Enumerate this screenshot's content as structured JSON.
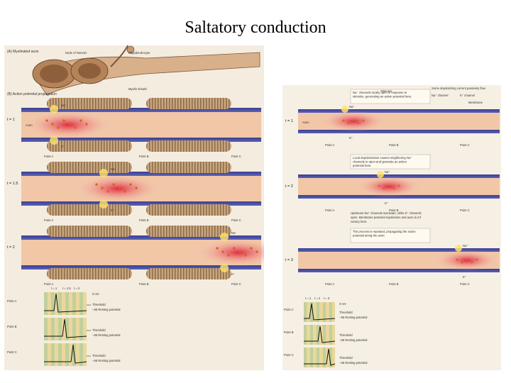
{
  "title": "Saltatory conduction",
  "left": {
    "panel_a_label": "(A)  Myelinated axon",
    "callout_nodes": "Node of Ranvier",
    "callout_oligo": "Oligodendrocyte",
    "callout_sheath": "Myelin sheath",
    "panel_b_label": "(B)  Action potential propagation",
    "times": [
      "t = 1",
      "t = 1.5",
      "t = 2"
    ],
    "axon_label": "Axon",
    "points": [
      "Point A",
      "Point B",
      "Point C"
    ],
    "na": "Na⁺",
    "k": "K⁺",
    "graph_time_labels": [
      "t = 1",
      "t = 1.5",
      "t = 2"
    ],
    "graph_rows": [
      "Point A",
      "Point B",
      "Point C"
    ],
    "mv0": "0 mV",
    "threshold": "Threshold",
    "resting": "−65 Resting potential"
  },
  "right": {
    "step1": "Na⁺ channels locally open in response to stimulus, generating an action potential here.",
    "stimulus": "Stimulus",
    "step1b": "Some depolarizing current passively flows down axon",
    "step2": "Local depolarization causes neighboring Na⁺ channels to open and generate an action potential here.",
    "step3": "Upstream Na⁺ channels inactivate, while K⁺ channels open. Membrane potential repolarizes and axon is refractory here.",
    "step4": "The process is repeated, propagating the action potential along the axon.",
    "legend_na": "Na⁺ channel",
    "legend_k": "K⁺ channel",
    "membrane": "Membrane",
    "axon_label": "Axon",
    "times": [
      "t = 1",
      "t = 2",
      "t = 3"
    ],
    "points": [
      "Point A",
      "Point B",
      "Point C"
    ],
    "na": "Na⁺",
    "k": "K⁺",
    "graph_time_labels": [
      "t = 1",
      "t = 2",
      "t = 3"
    ],
    "graph_rows": [
      "Point A",
      "Point B",
      "Point C"
    ],
    "mv0": "0 mV",
    "threshold": "Threshold",
    "resting": "−65 Resting potential"
  }
}
